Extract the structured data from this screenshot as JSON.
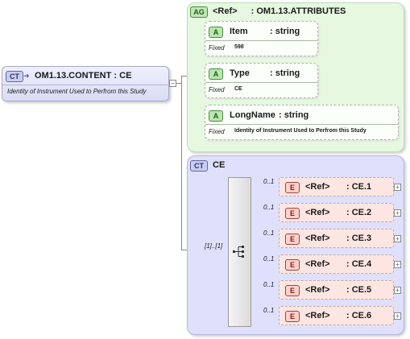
{
  "root": {
    "badge": "CT",
    "name": "OM1.13.CONTENT",
    "type": "CE",
    "documentation": "Identity of Instrument Used to Perfrom this Study"
  },
  "attribute_group": {
    "badge": "AG",
    "ref_label": "<Ref>",
    "name": ": OM1.13.ATTRIBUTES",
    "attributes": [
      {
        "badge": "A",
        "name": "Item",
        "type": ": string",
        "fixed_label": "Fixed",
        "fixed_value": "598"
      },
      {
        "badge": "A",
        "name": "Type",
        "type": ": string",
        "fixed_label": "Fixed",
        "fixed_value": "CE"
      },
      {
        "badge": "A",
        "name": "LongName",
        "type": ": string",
        "fixed_label": "Fixed",
        "fixed_value": "Identity of Instrument Used to Perfrom this Study"
      }
    ]
  },
  "complex_type": {
    "badge": "CT",
    "name": "CE",
    "sequence_occurrence": "[1]..[1]",
    "elements": [
      {
        "badge": "E",
        "ref": "<Ref>",
        "name": ": CE.1",
        "occurrence": "0..1"
      },
      {
        "badge": "E",
        "ref": "<Ref>",
        "name": ": CE.2",
        "occurrence": "0..1"
      },
      {
        "badge": "E",
        "ref": "<Ref>",
        "name": ": CE.3",
        "occurrence": "0..1"
      },
      {
        "badge": "E",
        "ref": "<Ref>",
        "name": ": CE.4",
        "occurrence": "0..1"
      },
      {
        "badge": "E",
        "ref": "<Ref>",
        "name": ": CE.5",
        "occurrence": "0..1"
      },
      {
        "badge": "E",
        "ref": "<Ref>",
        "name": ": CE.6",
        "occurrence": "0..1"
      }
    ]
  },
  "icons": {
    "collapse": "minus-icon",
    "expand": "plus-icon",
    "sequence": "sequence-icon"
  }
}
